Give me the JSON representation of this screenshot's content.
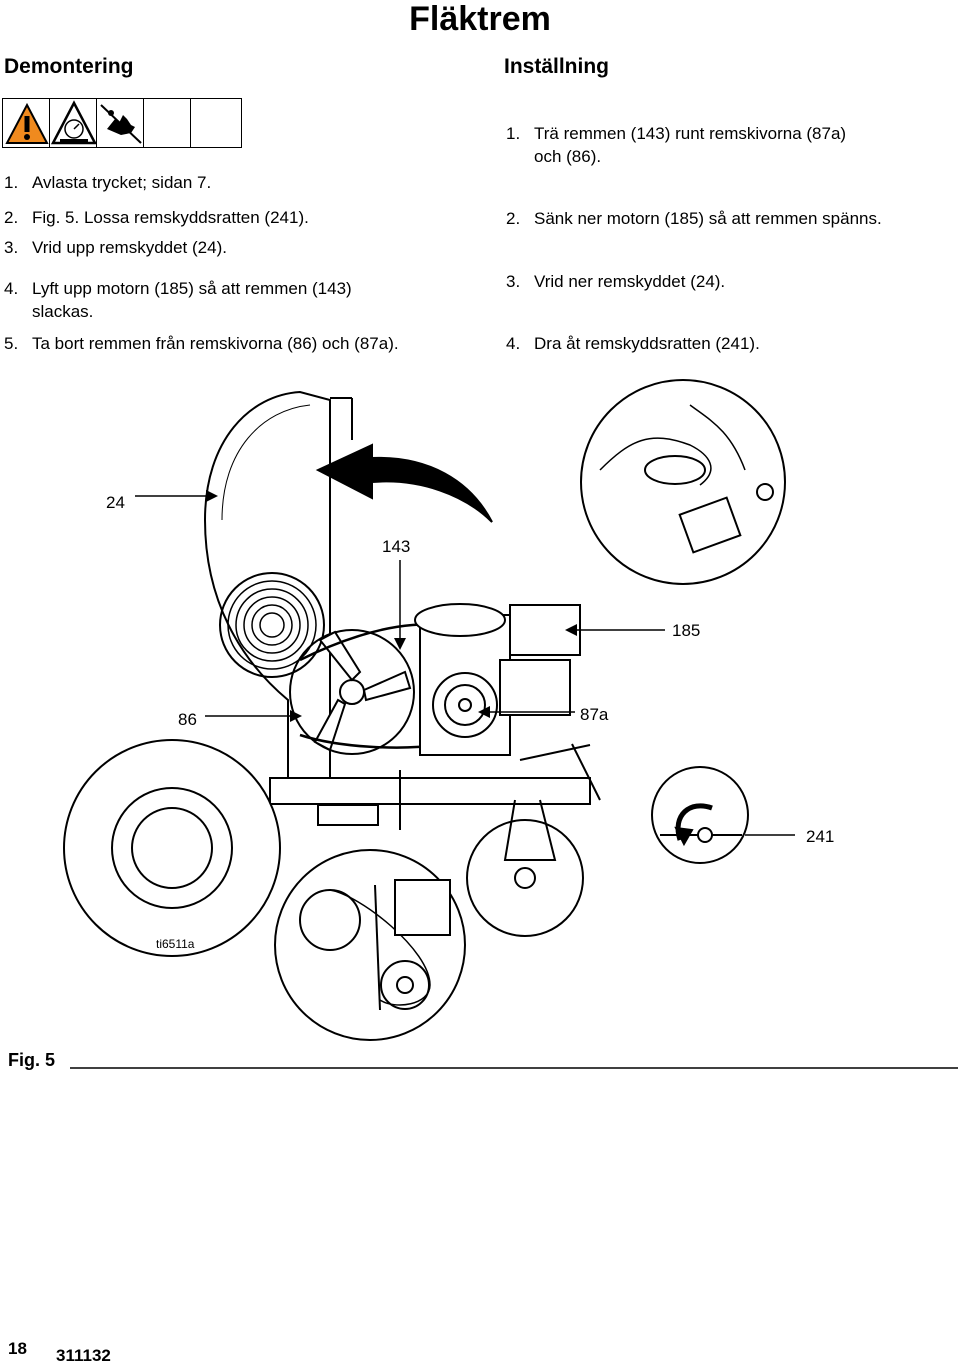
{
  "page_title": "Fläktrem",
  "demontering": {
    "heading": "Demontering",
    "steps": [
      {
        "num": "1.",
        "text": "Avlasta trycket; sidan 7."
      },
      {
        "num": "2.",
        "text": "Fig. 5. Lossa remskyddsratten (241)."
      },
      {
        "num": "3.",
        "text": "Vrid upp remskyddet (24)."
      },
      {
        "num": "4.",
        "text": "Lyft upp motorn (185) så att remmen (143)"
      },
      {
        "num": "",
        "text": "slackas."
      },
      {
        "num": "5.",
        "text": "Ta bort remmen från remskivorna (86) och (87a)."
      }
    ],
    "warning_icons": [
      "warning-triangle-icon",
      "pressure-gauge-icon",
      "hand-entanglement-icon"
    ]
  },
  "installning": {
    "heading": "Inställning",
    "steps": [
      {
        "num": "1.",
        "text": "Trä remmen (143) runt remskivorna (87a)"
      },
      {
        "num": "",
        "text": "och (86)."
      },
      {
        "num": "2.",
        "text": "Sänk ner motorn (185) så att remmen spänns."
      },
      {
        "num": "3.",
        "text": "Vrid ner remskyddet (24)."
      },
      {
        "num": "4.",
        "text": "Dra åt remskyddsratten (241)."
      }
    ]
  },
  "figure": {
    "callouts": {
      "c24": "24",
      "c143": "143",
      "c185": "185",
      "c86": "86",
      "c87a": "87a",
      "c241": "241",
      "ref": "ti6511a"
    },
    "caption": "Fig. 5"
  },
  "footer": {
    "page_number": "18",
    "doc_number": "311132"
  }
}
